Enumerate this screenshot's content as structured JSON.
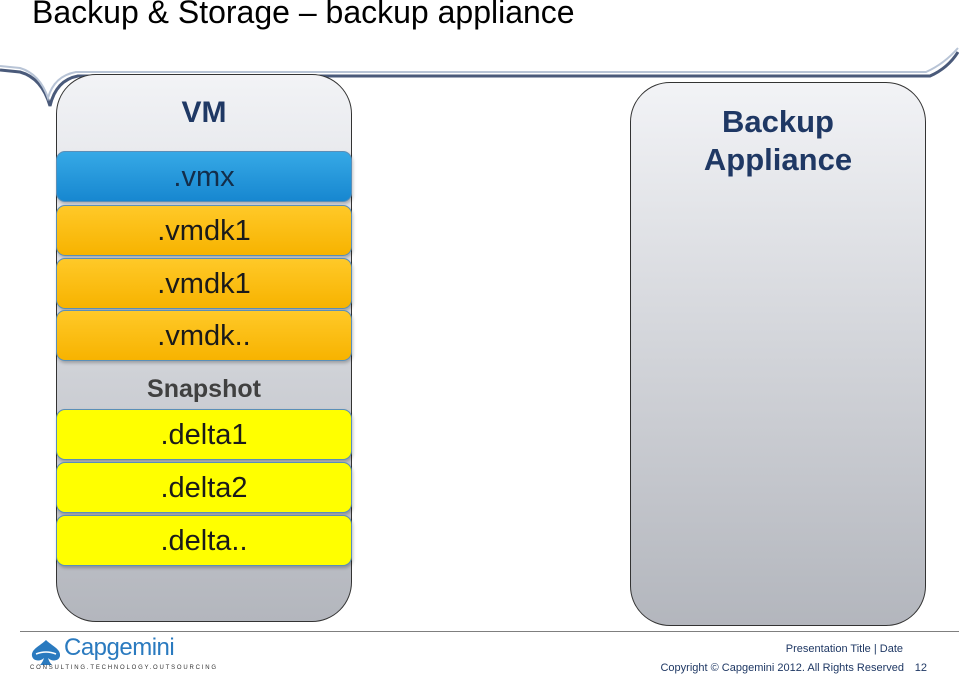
{
  "slide": {
    "title": "Backup & Storage – backup appliance"
  },
  "vm": {
    "label": "VM",
    "files": [
      ".vmx",
      ".vmdk1",
      ".vmdk1",
      ".vmdk.."
    ],
    "snapshot_label": "Snapshot",
    "deltas": [
      ".delta1",
      ".delta2",
      ".delta.."
    ]
  },
  "appliance": {
    "label_line1": "Backup",
    "label_line2": "Appliance"
  },
  "footer": {
    "logo_wordmark": "Capgemini",
    "logo_tagline": "CONSULTING.TECHNOLOGY.OUTSOURCING",
    "meta": "Presentation Title | Date",
    "copyright": "Copyright © Capgemini 2012. All Rights Reserved",
    "page_number": "12"
  },
  "colors": {
    "vmx": "#1787d0",
    "vmdk": "#f7b300",
    "delta": "#ffff00",
    "label": "#1f3864"
  },
  "icons": {
    "logo": "capgemini-spade-icon"
  }
}
